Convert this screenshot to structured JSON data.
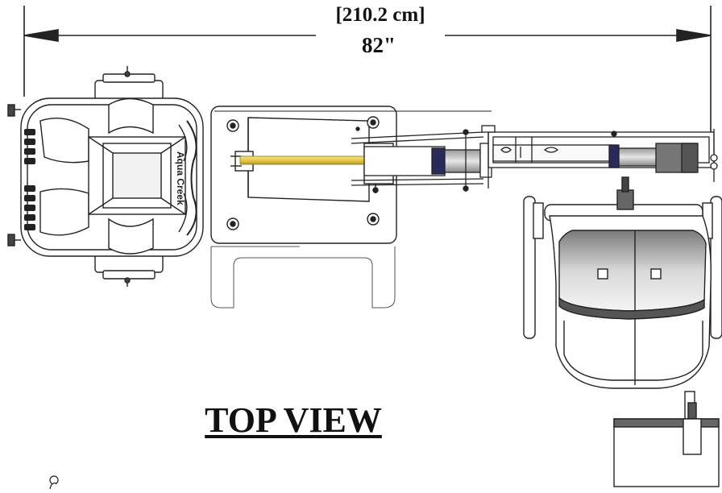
{
  "drawing": {
    "dimension_metric": "[210.2 cm]",
    "dimension_imperial": "82\"",
    "view_title": "TOP VIEW",
    "brand_text": "Aqua Creek"
  },
  "colors": {
    "line": "#222222",
    "rod": "#e8c84a",
    "rod_shadow": "#b89a2a",
    "dark_part": "#444444",
    "background": "#ffffff"
  }
}
